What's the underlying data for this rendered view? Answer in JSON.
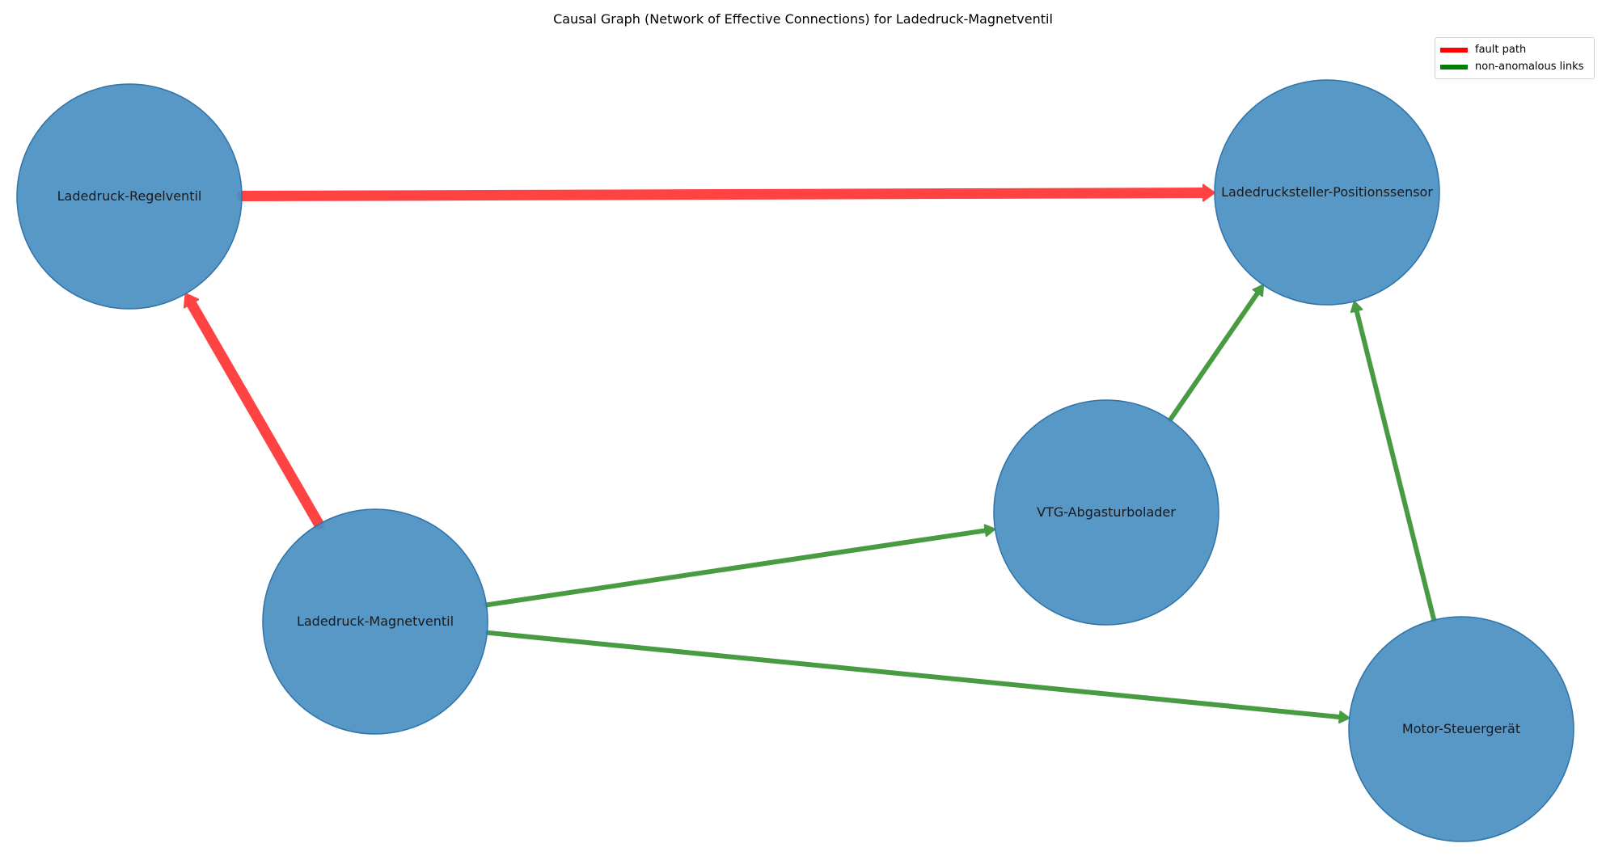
{
  "title": "Causal Graph (Network of Effective Connections) for Ladedruck-Magnetventil",
  "colors": {
    "node_fill": "#4a8fc2",
    "node_stroke": "#2f73a8",
    "fault_edge": "#ff2222",
    "normal_edge": "#2a8a22",
    "label": "#1a1a1a"
  },
  "legend": [
    {
      "label": "fault path",
      "color": "#ff0000"
    },
    {
      "label": "non-anomalous links",
      "color": "#008000"
    }
  ],
  "nodes": [
    {
      "id": "regelventil",
      "label": "Ladedruck-Regelventil"
    },
    {
      "id": "positionssensor",
      "label": "Ladedrucksteller-Positionssensor"
    },
    {
      "id": "vtg",
      "label": "VTG-Abgasturbolader"
    },
    {
      "id": "magnetventil",
      "label": "Ladedruck-Magnetventil"
    },
    {
      "id": "steuergeraet",
      "label": "Motor-Steuergerät"
    }
  ],
  "edges": [
    {
      "from": "regelventil",
      "to": "positionssensor",
      "type": "fault"
    },
    {
      "from": "magnetventil",
      "to": "regelventil",
      "type": "fault"
    },
    {
      "from": "magnetventil",
      "to": "vtg",
      "type": "normal"
    },
    {
      "from": "magnetventil",
      "to": "steuergeraet",
      "type": "normal"
    },
    {
      "from": "vtg",
      "to": "positionssensor",
      "type": "normal"
    },
    {
      "from": "steuergeraet",
      "to": "positionssensor",
      "type": "normal"
    }
  ]
}
